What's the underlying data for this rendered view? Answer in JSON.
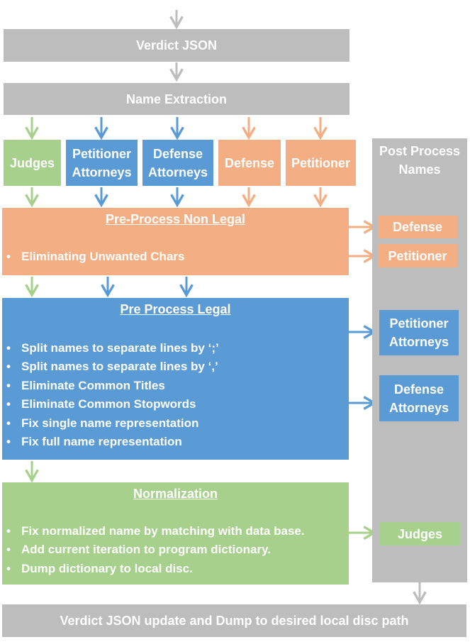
{
  "verdict_json": "Verdict JSON",
  "name_extraction": "Name Extraction",
  "categories": {
    "judges": "Judges",
    "petitioner_attorneys": "Petitioner Attorneys",
    "defense_attorneys": "Defense Attorneys",
    "defense": "Defense",
    "petitioner": "Petitioner"
  },
  "post_process": {
    "title": "Post Process Names",
    "defense": "Defense",
    "petitioner": "Petitioner",
    "petitioner_attorneys": "Petitioner Attorneys",
    "defense_attorneys": "Defense Attorneys",
    "judges": "Judges"
  },
  "pre_non_legal": {
    "title": "Pre-Process Non Legal",
    "items": [
      "Eliminating Unwanted Chars"
    ]
  },
  "pre_legal": {
    "title": "Pre Process Legal",
    "items": [
      "Split names to separate lines by ‘;’",
      "Split names to separate lines by ‘,’",
      "Eliminate Common Titles",
      "Eliminate Common Stopwords",
      "Fix single name representation",
      "Fix full name representation"
    ]
  },
  "normalization": {
    "title": "Normalization",
    "items": [
      "Fix normalized name by matching with data base.",
      "Add current iteration to program dictionary.",
      "Dump dictionary to local disc."
    ]
  },
  "final": "Verdict JSON update and Dump to desired local disc path",
  "colors": {
    "gray": "#bdbdbd",
    "green": "#a6d08b",
    "blue": "#5b9bd5",
    "orange": "#f3ae83"
  }
}
